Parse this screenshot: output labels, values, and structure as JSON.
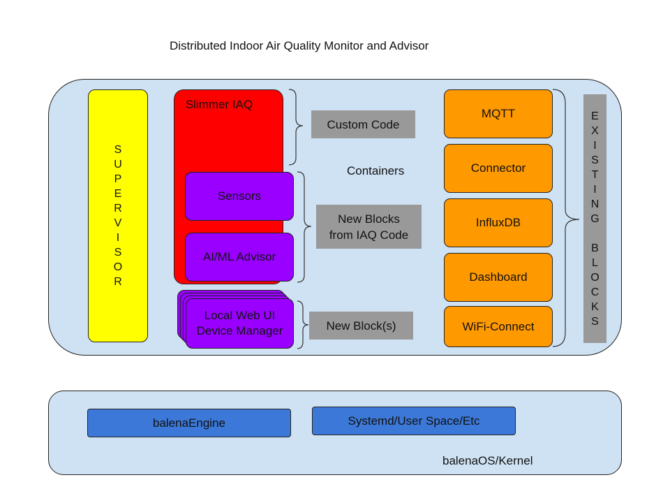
{
  "title": "Distributed Indoor Air Quality Monitor and Advisor",
  "supervisor": {
    "letters": [
      "S",
      "U",
      "P",
      "E",
      "R",
      "V",
      "I",
      "S",
      "O",
      "R"
    ]
  },
  "slimmer_iaq": {
    "label": "Slimmer IAQ"
  },
  "sensors": {
    "label": "Sensors"
  },
  "ai_advisor": {
    "label": "AI/ML Advisor"
  },
  "local_web_ui": {
    "line1": "Local Web UI",
    "line2": "Device Manager"
  },
  "annotations": {
    "custom_code": "Custom Code",
    "containers": "Containers",
    "new_blocks_line1": "New Blocks",
    "new_blocks_line2": "from IAQ Code",
    "new_block_s": "New Block(s)"
  },
  "existing_blocks": {
    "items": [
      "MQTT",
      "Connector",
      "InfluxDB",
      "Dashboard",
      "WiFi-Connect"
    ],
    "vertical_letters": [
      "E",
      "X",
      "I",
      "S",
      "T",
      "I",
      "N",
      "G",
      "",
      "B",
      "L",
      "O",
      "C",
      "K",
      "S"
    ]
  },
  "os_layer": {
    "engine": "balenaEngine",
    "systemd": "Systemd/User Space/Etc",
    "label": "balenaOS/Kernel"
  },
  "colors": {
    "panel": "#cfe2f3",
    "supervisor": "#ffff00",
    "iaq": "#ff0000",
    "block": "#9900ff",
    "note": "#999999",
    "existing": "#ff9900",
    "os_block": "#3c78d8"
  }
}
